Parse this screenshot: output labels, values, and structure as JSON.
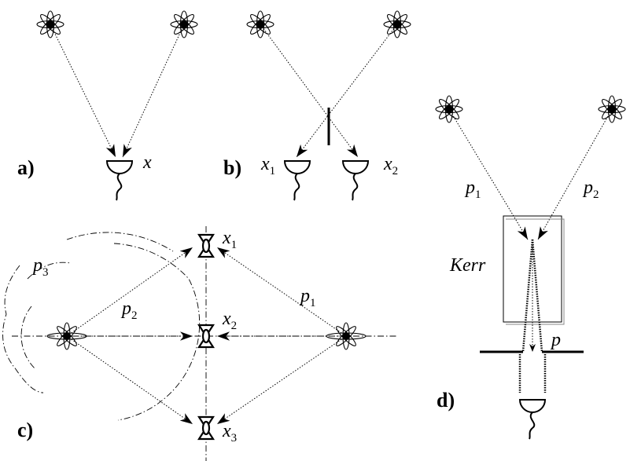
{
  "panels": {
    "a": "a)",
    "b": "b)",
    "c": "c)",
    "d": "d)"
  },
  "labels": {
    "a_x": "x",
    "b_x1": "x",
    "b_x1_sub": "1",
    "b_x2": "x",
    "b_x2_sub": "2",
    "c_p3": "p",
    "c_p3_sub": "3",
    "c_p2": "p",
    "c_p2_sub": "2",
    "c_p1": "p",
    "c_p1_sub": "1",
    "c_x1": "x",
    "c_x1_sub": "1",
    "c_x2": "x",
    "c_x2_sub": "2",
    "c_x3": "x",
    "c_x3_sub": "3",
    "d_p1": "p",
    "d_p1_sub": "1",
    "d_p2": "p",
    "d_p2_sub": "2",
    "d_kerr": "Kerr",
    "d_p": "p"
  }
}
